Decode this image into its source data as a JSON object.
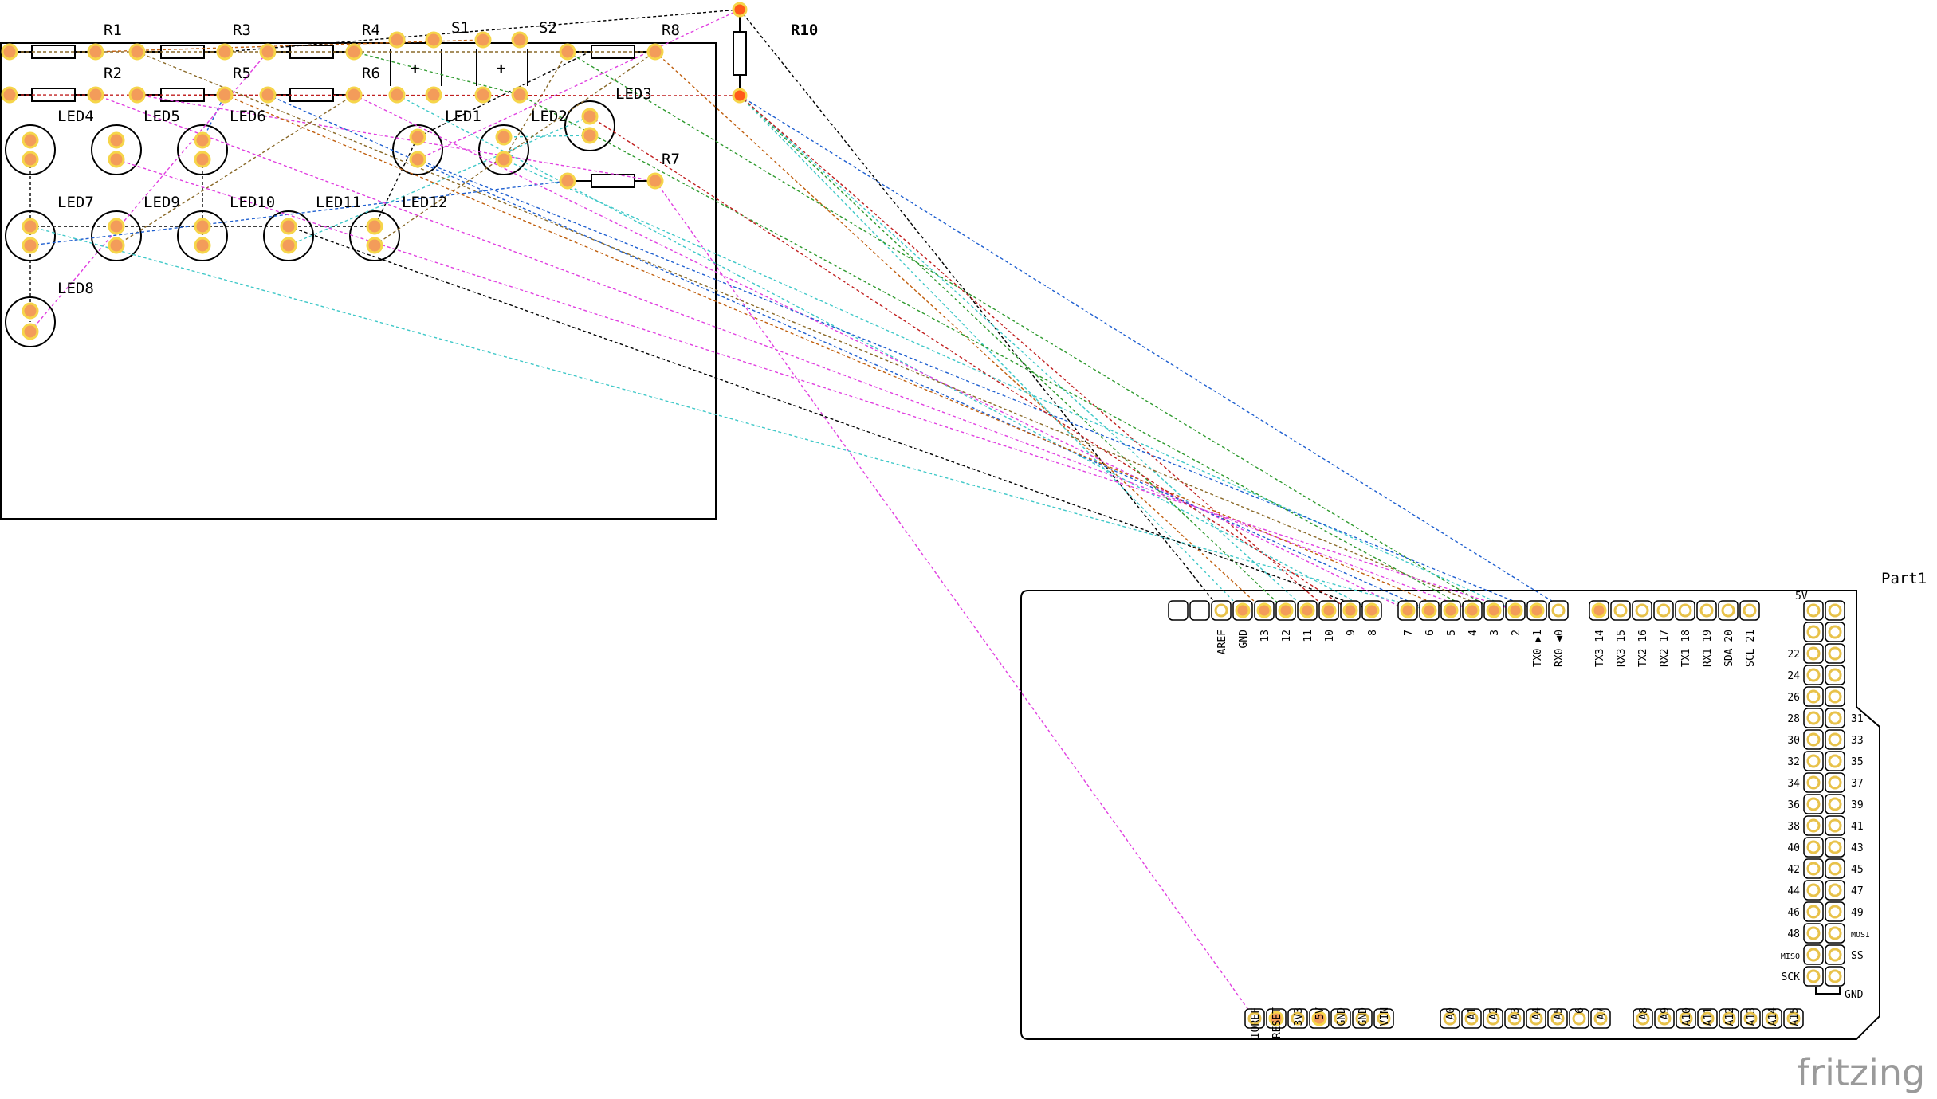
{
  "diagram": {
    "pcb_labels": {
      "R1": "R1",
      "R2": "R2",
      "R3": "R3",
      "R4": "R4",
      "R5": "R5",
      "R6": "R6",
      "R7": "R7",
      "R8": "R8",
      "R10": "R10",
      "S1": "S1",
      "S2": "S2",
      "LED1": "LED1",
      "LED2": "LED2",
      "LED3": "LED3",
      "LED4": "LED4",
      "LED5": "LED5",
      "LED6": "LED6",
      "LED7": "LED7",
      "LED8": "LED8",
      "LED9": "LED9",
      "LED10": "LED10",
      "LED11": "LED11",
      "LED12": "LED12",
      "plus": "+"
    },
    "board_title": "Part1",
    "top_header_labels": [
      "AREF",
      "GND",
      "13",
      "12",
      "11",
      "10",
      "9",
      "8"
    ],
    "digital_labels": [
      "7",
      "6",
      "5",
      "4",
      "3",
      "2",
      "TX0 ▶1",
      "RX0 ◀0"
    ],
    "comm_labels": [
      "TX3 14",
      "RX3 15",
      "TX2 16",
      "RX2 17",
      "TX1 18",
      "RX1 19",
      "SDA 20",
      "SCL 21"
    ],
    "power_labels": [
      "IOREF",
      "RESET",
      "3V3",
      "5V",
      "GND",
      "GND",
      "VIN"
    ],
    "analog_low_labels": [
      "A0",
      "A1",
      "A2",
      "A3",
      "A4",
      "A5",
      "6",
      "A7"
    ],
    "analog_high_labels": [
      "A8",
      "A9",
      "A10",
      "A11",
      "A12",
      "A13",
      "A14",
      "A15"
    ],
    "right_header_top": "5V",
    "right_header_left": [
      "22",
      "24",
      "26",
      "28",
      "30",
      "32",
      "34",
      "36",
      "38",
      "40",
      "42",
      "44",
      "46",
      "48",
      "MISO",
      "SCK"
    ],
    "right_header_right": [
      "31",
      "33",
      "35",
      "37",
      "39",
      "41",
      "43",
      "45",
      "47",
      "49",
      "MOSI",
      "SS"
    ],
    "right_header_bottom": "GND",
    "logo": "fritzing"
  },
  "colors": {
    "pad_fill": "#f39c5a",
    "pad_ring": "#f6d54a",
    "pin_ring": "#e8c24a",
    "wires": [
      "#000000",
      "#e040e0",
      "#2f9a2f",
      "#40c8c8",
      "#c06010",
      "#2060d0",
      "#c02020",
      "#8a6a2a"
    ]
  }
}
